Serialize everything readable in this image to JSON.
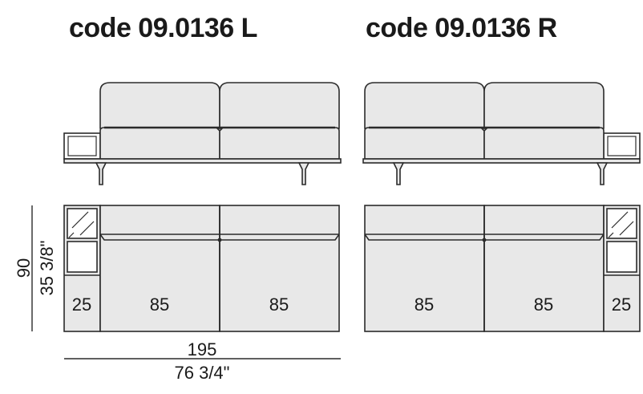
{
  "titles": {
    "left": "code 09.0136 L",
    "right": "code 09.0136 R"
  },
  "dimensions": {
    "depth_cm": "90",
    "depth_in": "35 3/8\"",
    "width_cm": "195",
    "width_in": "76 3/4\""
  },
  "left_module": {
    "side_table": "25",
    "seat_1": "85",
    "seat_2": "85"
  },
  "right_module": {
    "seat_1": "85",
    "seat_2": "85",
    "side_table": "25"
  },
  "colors": {
    "fill": "#e8e8e8",
    "line": "#2b2b2b"
  }
}
